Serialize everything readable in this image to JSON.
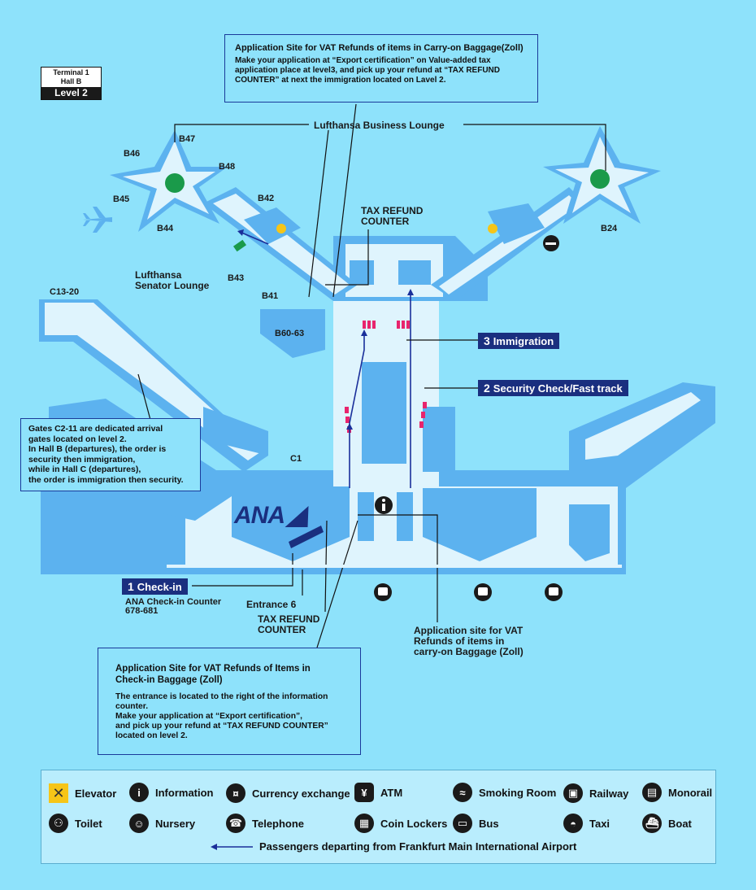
{
  "terminal": {
    "line1": "Terminal 1",
    "line2": "Hall B",
    "level": "Level 2"
  },
  "gates": {
    "b47": "B47",
    "b46": "B46",
    "b48": "B48",
    "b45": "B45",
    "b44": "B44",
    "b42": "B42",
    "b43": "B43",
    "b41": "B41",
    "b60_63": "B60-63",
    "b24": "B24",
    "c13_20": "C13-20",
    "c1": "C1"
  },
  "places": {
    "lufthansa_business_lounge": "Lufthansa Business Lounge",
    "senator_lounge_1": "Lufthansa",
    "senator_lounge_2": "Senator Lounge",
    "tax_refund_top_1": "TAX REFUND",
    "tax_refund_top_2": "COUNTER",
    "tax_refund_bottom_1": "TAX REFUND",
    "tax_refund_bottom_2": "COUNTER",
    "entrance_6": "Entrance 6",
    "ana_counter_1": "ANA Check-in Counter",
    "ana_counter_2": "678-681",
    "carryon_site_1": "Application site for VAT",
    "carryon_site_2": "Refunds of items in",
    "carryon_site_3": "carry-on Baggage (Zoll)",
    "ana_logo": "ANA"
  },
  "steps": {
    "checkin": {
      "num": "1",
      "label": "Check-in"
    },
    "security": {
      "num": "2",
      "label": "Security Check/Fast track"
    },
    "immigration": {
      "num": "3",
      "label": "Immigration"
    }
  },
  "callouts": {
    "top": {
      "title": "Application Site for VAT Refunds of items in Carry-on Baggage(Zoll)",
      "body": "Make your application at “Export certification” on Value-added tax application place at level3, and pick up your refund at “TAX REFUND COUNTER” at next the immigration located on Lavel 2."
    },
    "gates_note": {
      "l1": "Gates C2-11 are dedicated arrival",
      "l2": "gates located on level 2.",
      "l3": "In Hall B (departures), the order is",
      "l4": "security then immigration,",
      "l5": "while in Hall C (departures),",
      "l6": "the order is immigration then security."
    },
    "bottom": {
      "title1": "Application Site for VAT Refunds of Items in",
      "title2": "Check-in Baggage (Zoll)",
      "b1": "The entrance is located to the right of the information",
      "b2": "counter.",
      "b3": "Make your application at “Export certification”,",
      "b4": "and pick up your refund at “TAX REFUND COUNTER”",
      "b5": "located on level 2."
    }
  },
  "legend": {
    "elevator": "Elevator",
    "information": "Information",
    "currency": "Currency exchange",
    "atm": "ATM",
    "smoking": "Smoking Room",
    "railway": "Railway",
    "monorail": "Monorail",
    "toilet": "Toilet",
    "nursery": "Nursery",
    "telephone": "Telephone",
    "coin_lockers": "Coin Lockers",
    "bus": "Bus",
    "taxi": "Taxi",
    "boat": "Boat",
    "passengers": "Passengers departing from Frankfurt Main International Airport"
  },
  "colors": {
    "background": "#8ee2fb",
    "building": "#5cb2ef",
    "floor": "#e2f5fd",
    "navy": "#1a2f7f",
    "accent_pink": "#e8246d",
    "lounge_green": "#1a9a4a"
  }
}
